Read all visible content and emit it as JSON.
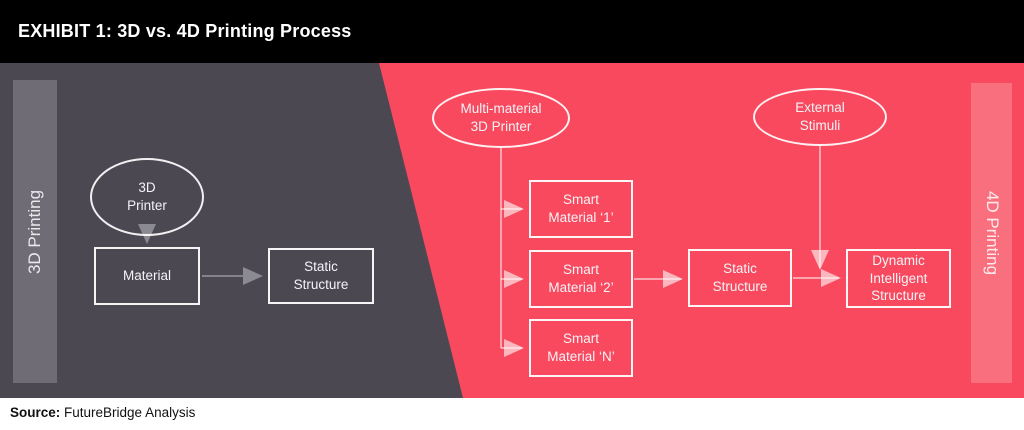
{
  "header": {
    "title": "EXHIBIT 1: 3D vs. 4D Printing Process"
  },
  "colors": {
    "header_bg": "#000000",
    "left_section_bg": "#4b4852",
    "right_section_bg": "#f8495e",
    "left_bar_bg": "#6f6c76",
    "right_bar_bg": "#fa6f7e",
    "left_connector": "#84828b",
    "right_connector": "rgba(255,255,255,0.55)",
    "node_border": "#ffffff",
    "node_text": "#f4f3f6"
  },
  "diagram": {
    "left": {
      "side_label": "3D Printing",
      "printer_label": "3D\nPrinter",
      "material_label": "Material",
      "static_label": "Static\nStructure"
    },
    "right": {
      "side_label": "4D Printing",
      "printer_label": "Multi-material\n3D Printer",
      "materials": [
        "Smart\nMaterial ‘1’",
        "Smart\nMaterial ‘2’",
        "Smart\nMaterial ‘N’"
      ],
      "static_label": "Static\nStructure",
      "stimuli_label": "External\nStimuli",
      "dynamic_label": "Dynamic\nIntelligent\nStructure"
    }
  },
  "footer": {
    "source_label": "Source:",
    "source_text": " FutureBridge Analysis"
  }
}
